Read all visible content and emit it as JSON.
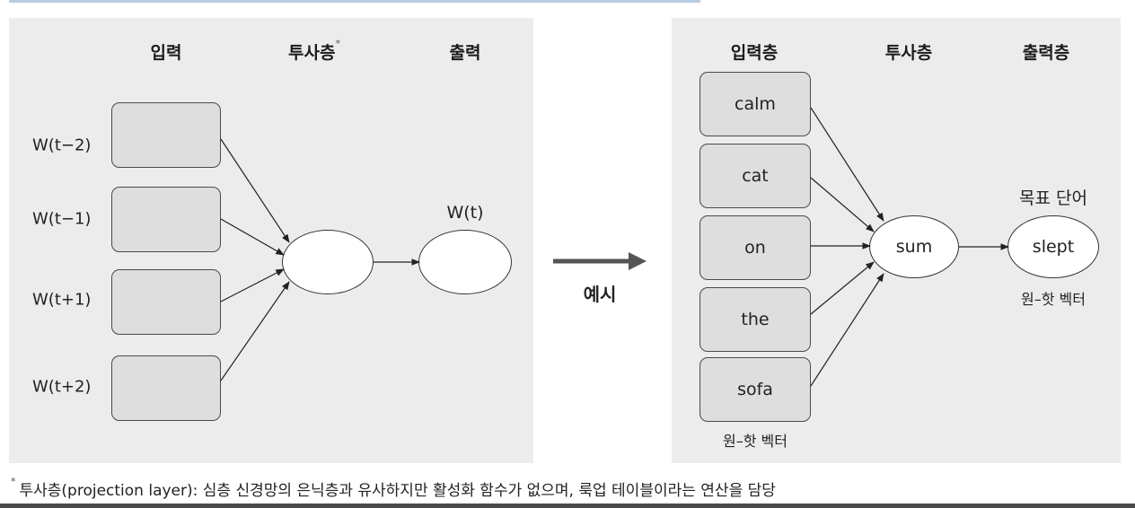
{
  "left": {
    "headers": {
      "input": "입력",
      "projection": "투사층",
      "projection_mark": "*",
      "output": "출력"
    },
    "inputs": [
      "W(t−2)",
      "W(t−1)",
      "W(t+1)",
      "W(t+2)"
    ],
    "output_label": "W(t)"
  },
  "middle": {
    "label": "예시"
  },
  "right": {
    "headers": {
      "input": "입력층",
      "projection": "투사층",
      "output": "출력층"
    },
    "words": [
      "calm",
      "cat",
      "on",
      "the",
      "sofa"
    ],
    "input_caption": "원–핫 벡터",
    "sum_label": "sum",
    "target_title": "목표 단어",
    "target_word": "slept",
    "target_caption": "원–핫 벡터"
  },
  "footnote": {
    "mark": "*",
    "text": "투사층(projection layer): 심층 신경망의 은닉층과 유사하지만 활성화 함수가 없으며, 룩업 테이블이라는 연산을 담당"
  },
  "colors": {
    "panel": "#ececec",
    "box": "#dedede",
    "border": "#4a4a4a",
    "arrow": "#222222"
  }
}
